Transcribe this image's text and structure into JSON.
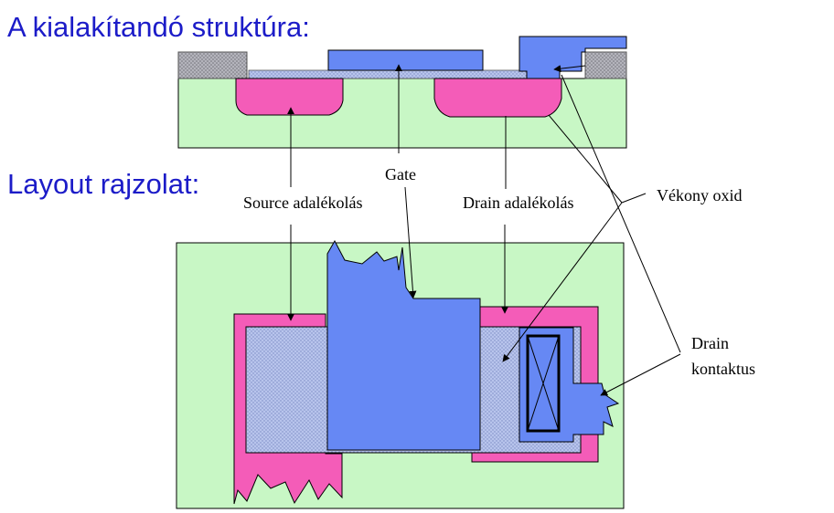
{
  "titles": {
    "structure": "A kialakítandó struktúra:",
    "layout": "Layout rajzolat:"
  },
  "labels": {
    "gate": "Gate",
    "source_doping": "Source adalékolás",
    "drain_doping": "Drain adalékolás",
    "thin_oxide": "Vékony oxid",
    "drain_contact_line1": "Drain",
    "drain_contact_line2": "kontaktus"
  },
  "colors": {
    "substrate": "#c8f7c5",
    "doping": "#f45cb8",
    "gate_metal": "#6688f4",
    "oxide": "#a0b0e0",
    "thick_oxide": "#a8a8b0",
    "title_text": "#1c1cc8"
  }
}
